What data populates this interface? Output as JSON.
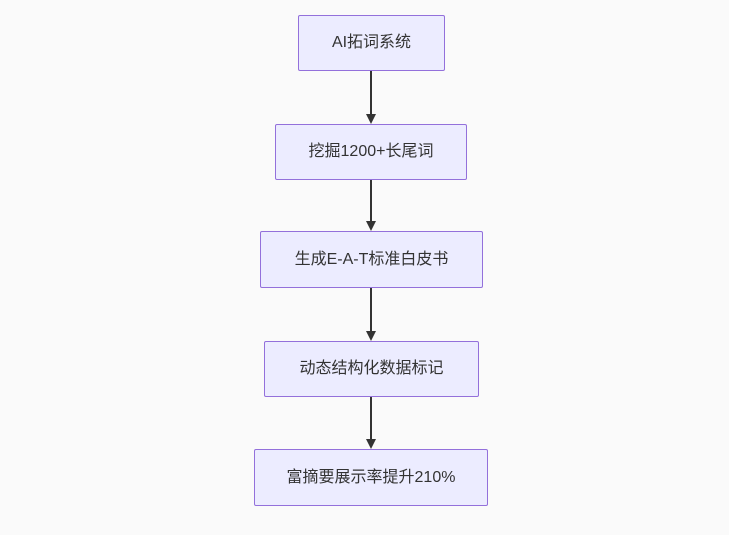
{
  "flowchart": {
    "type": "flowchart-vertical",
    "background_color": "#fafafa",
    "node_fill_color": "#ececff",
    "node_border_color": "#9370db",
    "node_text_color": "#333333",
    "arrow_color": "#333333",
    "nodes": [
      {
        "label": "AI拓词系统"
      },
      {
        "label": "挖掘1200+长尾词"
      },
      {
        "label": "生成E-A-T标准白皮书"
      },
      {
        "label": "动态结构化数据标记"
      },
      {
        "label": "富摘要展示率提升210%"
      }
    ],
    "edges": [
      {
        "from": 0,
        "to": 1
      },
      {
        "from": 1,
        "to": 2
      },
      {
        "from": 2,
        "to": 3
      },
      {
        "from": 3,
        "to": 4
      }
    ]
  }
}
